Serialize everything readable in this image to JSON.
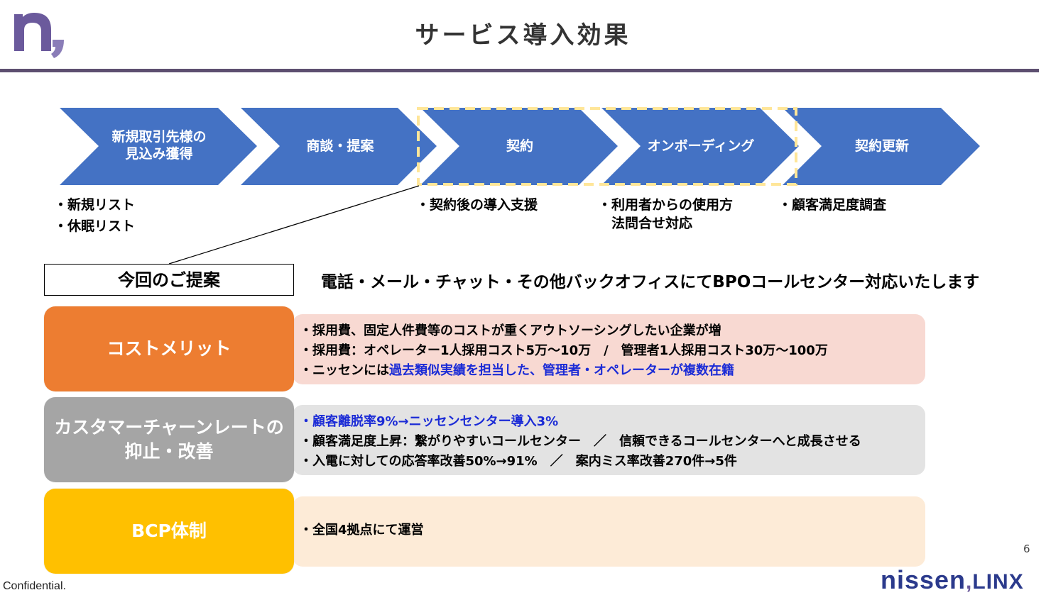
{
  "header": {
    "title": "サービス導入効果"
  },
  "flow": {
    "steps": [
      {
        "label": "新規取引先様の\n見込み獲得"
      },
      {
        "label": "商談・提案"
      },
      {
        "label": "契約"
      },
      {
        "label": "オンボーディング"
      },
      {
        "label": "契約更新"
      }
    ],
    "notes": [
      {
        "lines": [
          "・新規リスト",
          "・休眠リスト"
        ]
      },
      {
        "lines": [
          "・契約後の導入支援"
        ]
      },
      {
        "lines": [
          "・利用者からの使用方",
          "　法問合せ対応"
        ]
      },
      {
        "lines": [
          "・顧客満足度調査"
        ]
      }
    ]
  },
  "proposal": {
    "label": "今回のご提案",
    "headline": "電話・メール・チャット・その他バックオフィスにてBPOコールセンター対応いたします"
  },
  "benefits": [
    {
      "title": "コストメリット",
      "color": "#ed7d31",
      "panel_color": "#f8d9d2",
      "lines": [
        {
          "text": "・採用費、固定人件費等のコストが重くアウトソーシングしたい企業が増",
          "highlight": ""
        },
        {
          "text": "・採用費：オペレーター1人採用コスト5万～10万　/　管理者1人採用コスト30万～100万",
          "highlight": ""
        },
        {
          "text": "・ニッセンには",
          "highlight": "過去類似実績を担当した、管理者・オペレーターが複数在籍"
        }
      ]
    },
    {
      "title": "カスタマーチャーンレートの\n抑止・改善",
      "color": "#a5a5a5",
      "panel_color": "#e3e3e3",
      "lines": [
        {
          "text": "",
          "highlight": "・顧客離脱率9%→ニッセンセンター導入3%"
        },
        {
          "text": "・顧客満足度上昇：繋がりやすいコールセンター　／　信頼できるコールセンターへと成長させる",
          "highlight": ""
        },
        {
          "text": "・入電に対しての応答率改善50%→91%　／　案内ミス率改善270件→5件",
          "highlight": ""
        }
      ]
    },
    {
      "title": "BCP体制",
      "color": "#ffc000",
      "panel_color": "#fdebd7",
      "lines": [
        {
          "text": "・全国4拠点にて運営",
          "highlight": ""
        }
      ]
    }
  ],
  "footer": {
    "page_number": "6",
    "confidential": "Confidential.",
    "brand_left": "nissen",
    "brand_right": "LINX"
  },
  "colors": {
    "arrow_blue": "#4472c4",
    "highlight_dash": "#ffe699",
    "rule": "#5d4f70",
    "brand_blue": "#2b3a8c",
    "brand_purple": "#6b5a9c"
  }
}
